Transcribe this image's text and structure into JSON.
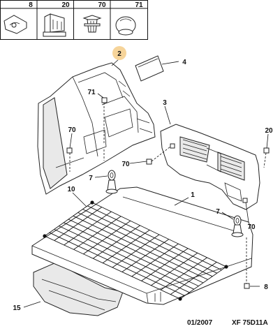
{
  "header_cells": [
    {
      "ref": "8"
    },
    {
      "ref": "20"
    },
    {
      "ref": "70"
    },
    {
      "ref": "71"
    }
  ],
  "callouts": {
    "c2": "2",
    "c4": "4",
    "c3": "3",
    "c71a": "71",
    "c70a": "70",
    "c20": "20",
    "c70b": "70",
    "c7a": "7",
    "c10": "10",
    "c1": "1",
    "c7b": "7",
    "c70c": "70",
    "c8": "8",
    "c15": "15"
  },
  "footer": {
    "date": "01/2007",
    "code": "XF 75D11A"
  },
  "colors": {
    "highlight": "#f6d49a",
    "line": "#222222"
  }
}
